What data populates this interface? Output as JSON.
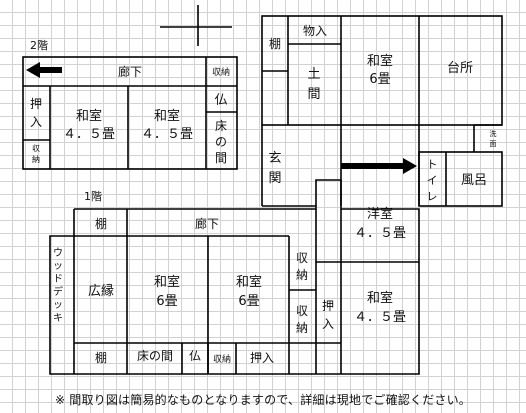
{
  "floor_labels": {
    "second": "2階",
    "first": "1階"
  },
  "compass": {
    "symbol": "north-arrow-icon"
  },
  "second_floor": {
    "corridor": "廊下",
    "storage_top": "収納",
    "closet": "押入",
    "closet_storage": "収納",
    "room_a": {
      "name": "和室",
      "size": "４．５畳"
    },
    "room_b": {
      "name": "和室",
      "size": "４．５畳"
    },
    "altar": "仏",
    "alcove": "床の間"
  },
  "first_floor": {
    "shelf_top": "棚",
    "storage_room": "物入",
    "earthen_floor": "土間",
    "washitsu_6": {
      "name": "和室",
      "size": "6畳"
    },
    "kitchen": "台所",
    "washroom": "洗面",
    "entrance": "玄関",
    "toilet": "トイレ",
    "bath": "風呂",
    "western_room": {
      "name": "洋室",
      "size": "４．５畳"
    },
    "shelf": "棚",
    "corridor": "廊下",
    "wood_deck": "ウッドデッキ",
    "veranda": "広縁",
    "room_left": {
      "name": "和室",
      "size": "6畳"
    },
    "room_mid": {
      "name": "和室",
      "size": "6畳"
    },
    "storage_1": "収納",
    "storage_2": "収納",
    "closet_right": "押入",
    "room_right": {
      "name": "和室",
      "size": "４．５畳"
    },
    "shelf_bottom": "棚",
    "alcove": "床の間",
    "altar": "仏",
    "storage_bottom": "収納",
    "closet_bottom": "押入"
  },
  "note": "※ 間取り図は簡易的なものとなりますので、詳細は現地でご確認ください。"
}
